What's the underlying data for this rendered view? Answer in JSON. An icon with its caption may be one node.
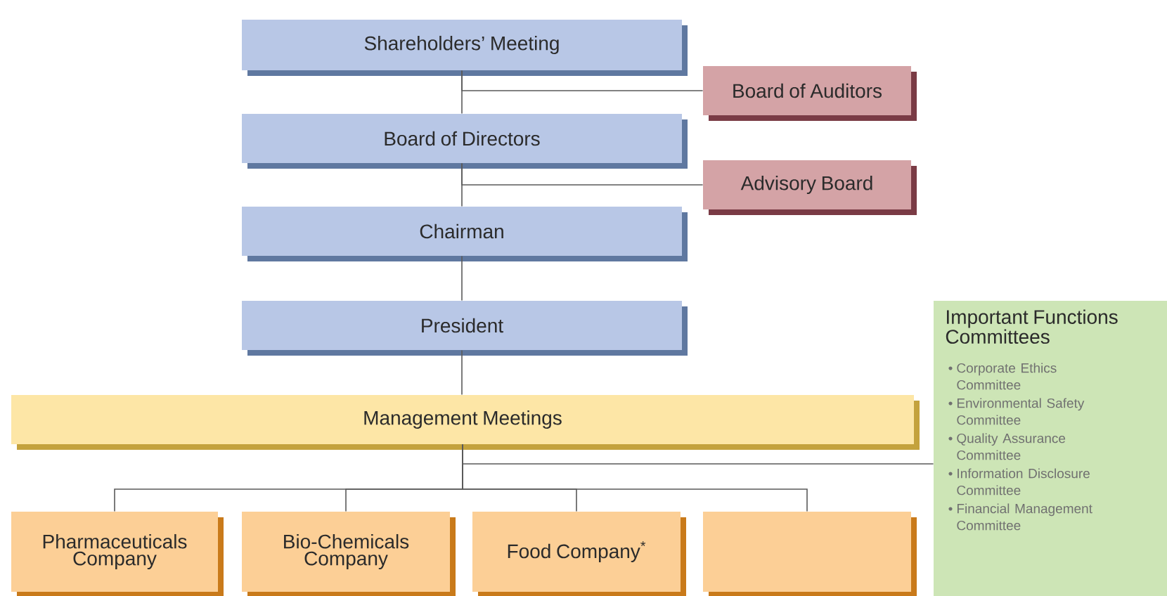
{
  "diagram": {
    "nodes": [
      {
        "text": [
          "Shareholders’ Meeting"
        ]
      },
      {
        "text": [
          "Board of Auditors"
        ]
      },
      {
        "text": [
          "Board of Directors"
        ]
      },
      {
        "text": [
          "Advisory Board"
        ]
      },
      {
        "text": [
          "Chairman"
        ]
      },
      {
        "text": [
          "President"
        ]
      },
      {
        "text": [
          "Management Meetings"
        ]
      },
      {
        "text": [
          "Important Functions Committees",
          "Corporate Ethics Committee",
          "Environmental Safety Committee",
          "Quality Assurance Committee",
          "Information Disclosure Committee",
          "Financial Management Committee"
        ]
      },
      {
        "text": [
          "Pharmaceuticals Company"
        ]
      },
      {
        "text": [
          "Bio-Chemicals Company"
        ]
      },
      {
        "text": [
          "Food Company$^{*}$"
        ]
      },
      {
        "text": [],
        "shape": "box"
      }
    ],
    "edges": [
      {
        "from": 0,
        "to": 2,
        "arrow": "none"
      },
      {
        "from": 0,
        "to": 1,
        "arrow": "none"
      },
      {
        "from": 2,
        "to": 4,
        "arrow": "none"
      },
      {
        "from": 2,
        "to": 3,
        "arrow": "none"
      },
      {
        "from": 4,
        "to": 5,
        "arrow": "none"
      },
      {
        "from": 5,
        "to": 6,
        "arrow": "none"
      },
      {
        "from": 6,
        "to": 7,
        "arrow": "none"
      },
      {
        "from": 6,
        "to": 8,
        "arrow": "none"
      },
      {
        "from": 6,
        "to": 9,
        "arrow": "none"
      },
      {
        "from": 6,
        "to": 10,
        "arrow": "none"
      },
      {
        "from": 6,
        "to": 11,
        "arrow": "none"
      }
    ]
  }
}
